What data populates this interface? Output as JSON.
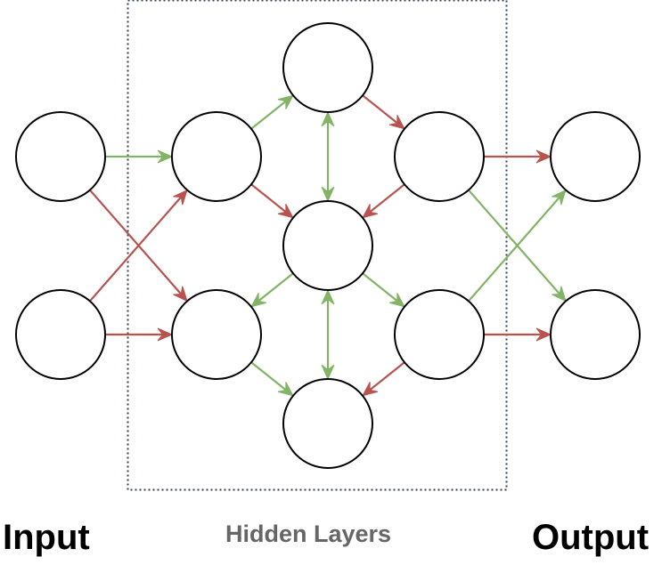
{
  "labels": {
    "input": "Input",
    "hidden": "Hidden Layers",
    "output": "Output"
  },
  "colors": {
    "positive": "#82b366",
    "negative": "#b85450",
    "node_stroke": "#000000",
    "box_stroke": "#314354"
  },
  "nodes": [
    {
      "id": "i1",
      "layer": "input"
    },
    {
      "id": "i2",
      "layer": "input"
    },
    {
      "id": "h1a",
      "layer": "hidden1"
    },
    {
      "id": "h1b",
      "layer": "hidden1"
    },
    {
      "id": "h2a",
      "layer": "hidden2"
    },
    {
      "id": "h2b",
      "layer": "hidden2"
    },
    {
      "id": "h2c",
      "layer": "hidden2"
    },
    {
      "id": "h3a",
      "layer": "hidden3"
    },
    {
      "id": "h3b",
      "layer": "hidden3"
    },
    {
      "id": "o1",
      "layer": "output"
    },
    {
      "id": "o2",
      "layer": "output"
    }
  ],
  "edges": [
    {
      "from": "i1",
      "to": "h1a",
      "sign": "positive"
    },
    {
      "from": "i1",
      "to": "h1b",
      "sign": "negative"
    },
    {
      "from": "i2",
      "to": "h1a",
      "sign": "negative"
    },
    {
      "from": "i2",
      "to": "h1b",
      "sign": "negative"
    },
    {
      "from": "h1a",
      "to": "h2a",
      "sign": "positive"
    },
    {
      "from": "h1a",
      "to": "h2b",
      "sign": "negative"
    },
    {
      "from": "h2b",
      "to": "h1b",
      "sign": "positive"
    },
    {
      "from": "h1b",
      "to": "h2c",
      "sign": "positive"
    },
    {
      "from": "h2a",
      "to": "h2b",
      "sign": "positive",
      "bidirectional": true
    },
    {
      "from": "h2b",
      "to": "h2c",
      "sign": "positive",
      "bidirectional": true
    },
    {
      "from": "h2a",
      "to": "h3a",
      "sign": "negative"
    },
    {
      "from": "h3a",
      "to": "h2b",
      "sign": "negative"
    },
    {
      "from": "h2b",
      "to": "h3b",
      "sign": "positive"
    },
    {
      "from": "h3b",
      "to": "h2c",
      "sign": "negative"
    },
    {
      "from": "h3a",
      "to": "o1",
      "sign": "negative"
    },
    {
      "from": "h3a",
      "to": "o2",
      "sign": "positive"
    },
    {
      "from": "h3b",
      "to": "o1",
      "sign": "positive"
    },
    {
      "from": "h3b",
      "to": "o2",
      "sign": "negative"
    }
  ]
}
